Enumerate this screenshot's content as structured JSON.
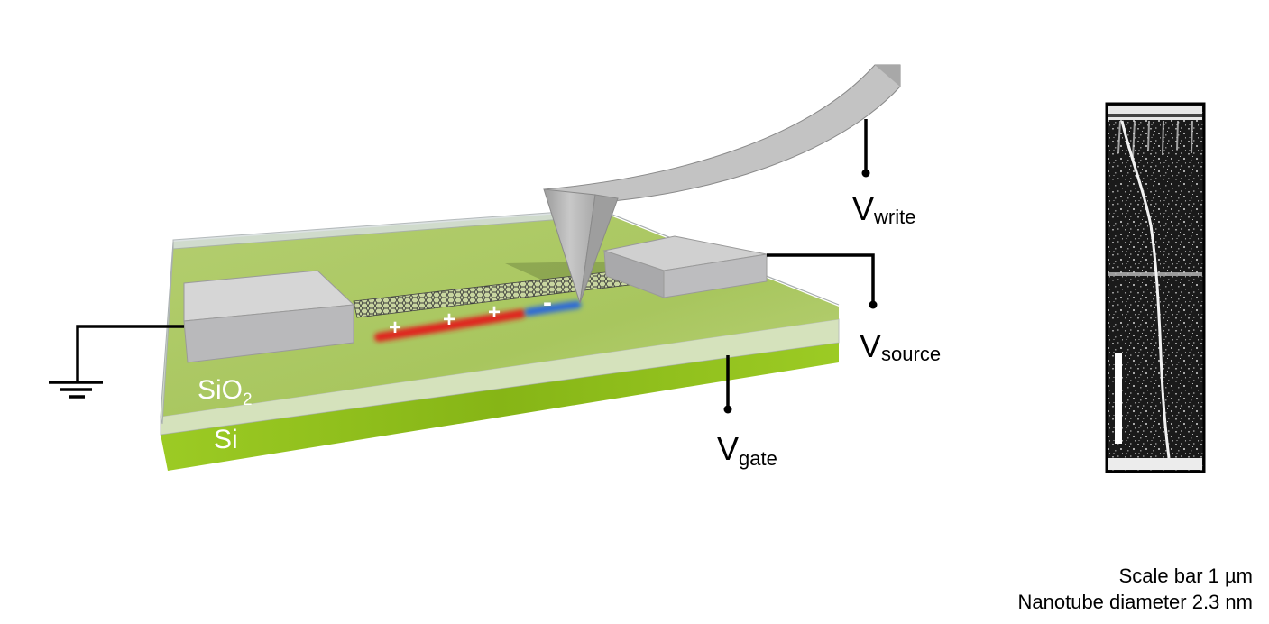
{
  "labels": {
    "v_write": {
      "main": "V",
      "sub": "write"
    },
    "v_source": {
      "main": "V",
      "sub": "source"
    },
    "v_gate": {
      "main": "V",
      "sub": "gate"
    },
    "sio2": {
      "main": "SiO",
      "sub": "2"
    },
    "si": "Si"
  },
  "charges": {
    "positive": "+",
    "negative": "-"
  },
  "captions": {
    "scale_bar": "Scale bar 1 µm",
    "diameter": "Nanotube diameter 2.3 nm"
  },
  "colors": {
    "substrate": "#8fbf1a",
    "oxide": "#b7cf73",
    "electrode": "#c0c0c0",
    "positive_charge": "#e0241f",
    "negative_charge": "#2f6bd6",
    "afm_background": "#1c1c1c"
  }
}
